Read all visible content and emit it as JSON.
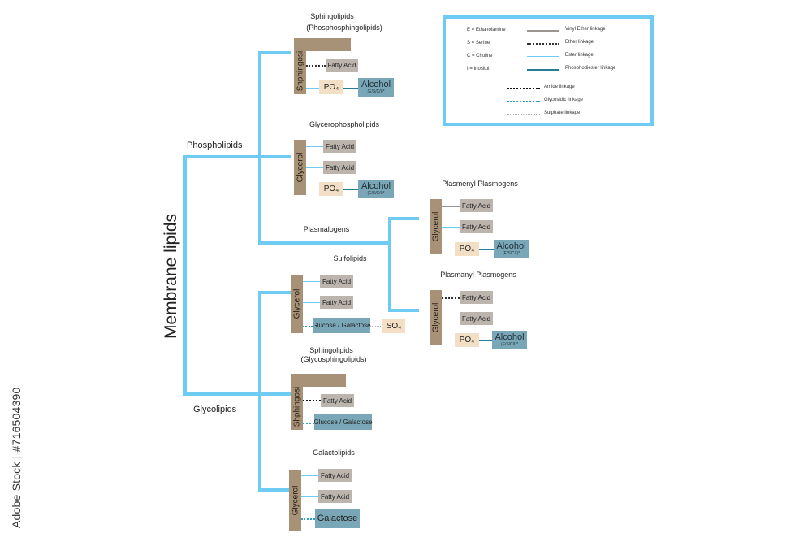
{
  "title": "Membrane lipids",
  "branches": {
    "phospholipids": "Phospholipids",
    "glycolipids": "Glycolipids"
  },
  "headings": {
    "sphingo_phospho_1": "Sphingolipids",
    "sphingo_phospho_2": "(Phosphosphingolipids)",
    "glycerophospholipids": "Glycerophospholipids",
    "plasmalogens": "Plasmalogens",
    "plasmenyl": "Plasmenyl Plasmogens",
    "plasmanyl": "Plasmanyl Plasmogens",
    "sulfolipids": "Sulfolipids",
    "sphingo_glyco_1": "Sphingolipids",
    "sphingo_glyco_2": "(Glycosphingolipids)",
    "galactolipids": "Galactolipids"
  },
  "labels": {
    "sphingosine": "Shphingosine",
    "glycerol": "Glycerol",
    "fatty_acid": "Fatty Acid",
    "po4": "PO₄",
    "so4": "SO₄",
    "alcohol": "Alcohol",
    "alcohol_sub": "(E/S/C/I)*",
    "glucose_galactose": "Glucose / Galactose",
    "galactose": "Galactose"
  },
  "legend": {
    "abbreviations": [
      "E = Ethanolamine",
      "S = Serine",
      "C = Choline",
      "I = Inositol"
    ],
    "linkages": [
      "Vinyl Ether linkage",
      "Ether linkage",
      "Ester linkage",
      "Phosphodiester linkage",
      "Amide linkage",
      "Glycosidic linkage",
      "Sulphate linkage"
    ]
  },
  "colors": {
    "tree": "#6ecbf2",
    "backbone": "#a79277",
    "fatty_acid": "#bcb5ae",
    "phosphate": "#f3dfc6",
    "alcohol": "#7aa7b8",
    "phosphodiester": "#247f96",
    "glycosidic": "#2aa0c4"
  },
  "watermark": "Adobe Stock | #716504390"
}
